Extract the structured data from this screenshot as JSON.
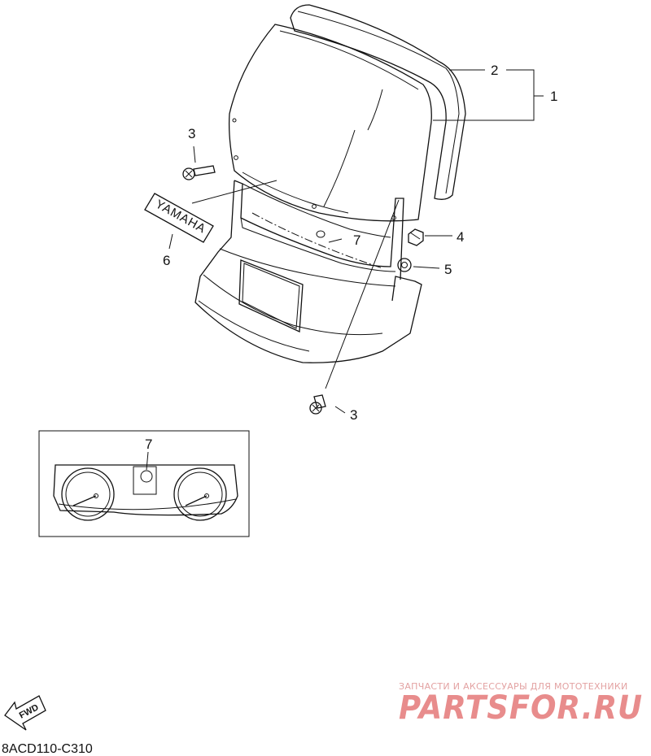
{
  "callouts": {
    "c1": "1",
    "c2": "2",
    "c3a": "3",
    "c3b": "3",
    "c4": "4",
    "c5": "5",
    "c6": "6",
    "c7a": "7",
    "c7b": "7"
  },
  "decal_text": "YAMAHA",
  "fwd_text": "FWD",
  "diagram_code": "8ACD110-C310",
  "watermark": {
    "top": "ЗАПЧАСТИ И АКСЕССУАРЫ ДЛЯ МОТОТЕХНИКИ",
    "brand": "PARTSFOR.RU"
  },
  "colors": {
    "line": "#111111",
    "watermark": "#e88c8c"
  }
}
